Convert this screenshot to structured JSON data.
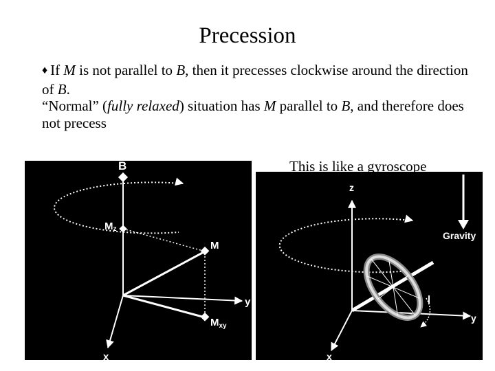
{
  "slide": {
    "title": "Precession",
    "bullet_symbol": "♦",
    "para1": {
      "t1": "If ",
      "m1": "M",
      "t2": " is not parallel to ",
      "b1": "B",
      "t3": ", then it precesses clockwise around the direction of ",
      "b2": "B",
      "t4": "."
    },
    "para2": {
      "t1": " “Normal” (",
      "relaxed": "fully relaxed",
      "t2": ") situation has ",
      "m1": "M",
      "t3": " parallel to ",
      "b1": "B",
      "t4": ", and therefore does not precess"
    },
    "caption": "This is like a gyroscope"
  },
  "left_figure": {
    "label_B": "B",
    "label_Mz_M": "M",
    "label_Mz_sub": "z",
    "label_M": "M",
    "label_y": "y",
    "label_Mxy_M": "M",
    "label_Mxy_sub": "xy",
    "label_x": "x"
  },
  "right_figure": {
    "label_z": "z",
    "label_gravity": "Gravity",
    "label_y": "y",
    "label_x": "x"
  }
}
